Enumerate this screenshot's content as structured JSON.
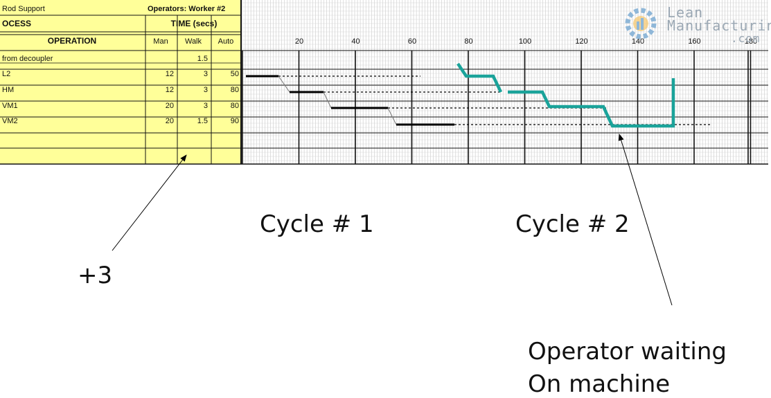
{
  "sheet": {
    "title": "Rod Support",
    "operators": "Operators: Worker #2",
    "process_header": "OCESS",
    "time_header": "TIME (secs)",
    "operation_header": "OPERATION",
    "col_man": "Man",
    "col_walk": "Walk",
    "col_auto": "Auto",
    "rows": [
      {
        "op": "from decoupler",
        "man": "",
        "walk": "1.5",
        "auto": ""
      },
      {
        "op": "L2",
        "man": "12",
        "walk": "3",
        "auto": "50"
      },
      {
        "op": "HM",
        "man": "12",
        "walk": "3",
        "auto": "80"
      },
      {
        "op": "VM1",
        "man": "20",
        "walk": "3",
        "auto": "80"
      },
      {
        "op": "VM2",
        "man": "20",
        "walk": "1.5",
        "auto": "90"
      }
    ],
    "axis_ticks": [
      "20",
      "40",
      "60",
      "80",
      "100",
      "120",
      "140",
      "160",
      "180"
    ]
  },
  "annotations": {
    "plus3": "+3",
    "cycle1": "Cycle # 1",
    "cycle2": "Cycle # 2",
    "waiting_line1": "Operator waiting",
    "waiting_line2": "On machine"
  },
  "logo": {
    "line1": "Lean",
    "line2": "Manufacturing",
    "line3": ".com"
  },
  "colors": {
    "sheet_fill": "#ffff99",
    "cycle2_line": "#1aa39a",
    "gear": "#8fb7d8"
  }
}
